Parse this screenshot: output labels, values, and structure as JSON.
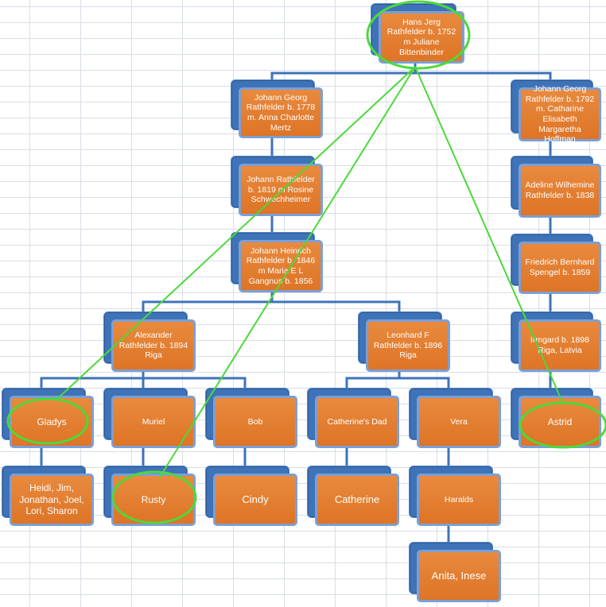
{
  "people": {
    "root": "Hans Jerg Rathfelder b. 1752 m Juliane Bittenbinder",
    "johann_georg_1778": "Johann  Georg Rathfelder b. 1778 m. Anna Charlotte Mertz",
    "johann_georg_1792": "Johann  Georg Rathfelder b. 1792 m. Catharine Elisabeth Margaretha Hoffman",
    "johann_1819": "Johann Rathfelder b. 1819 m Rosine Schwechheimer",
    "adeline": "Adeline Wilhemine Rathfelder b. 1838",
    "johann_heinrich": "Johann Heinrich Rathfelder b. 1846 m Maria E L Gangnus b. 1856",
    "friedrich": "Friedrich Bernhard Spengel b. 1859",
    "alexander": "Alexander Rathfelder b. 1894 Riga",
    "leonhard": "Leonhard F Rathfelder b. 1896 Riga",
    "irmgard": "Irmgard b. 1898 Riga, Latvia",
    "gladys": "Gladys",
    "muriel": "Muriel",
    "bob": "Bob",
    "catherines_dad": "Catherine's Dad",
    "vera": "Vera",
    "astrid": "Astrid",
    "heidi": "Heidi, Jim, Jonathan, Joel, Lori, Sharon",
    "rusty": "Rusty",
    "cindy": "Cindy",
    "catherine": "Catherine",
    "haralds": "Haralds",
    "anita": "Anita, Inese"
  }
}
